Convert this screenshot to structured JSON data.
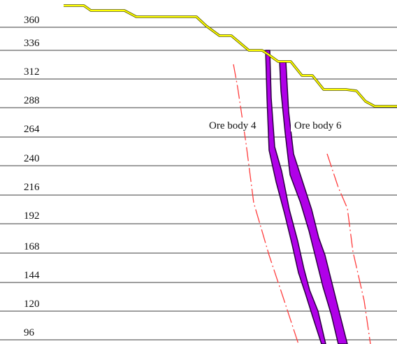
{
  "levels": [
    {
      "label": "360"
    },
    {
      "label": "336"
    },
    {
      "label": "312"
    },
    {
      "label": "288"
    },
    {
      "label": "264"
    },
    {
      "label": "240"
    },
    {
      "label": "216"
    },
    {
      "label": "192"
    },
    {
      "label": "168"
    },
    {
      "label": "144"
    },
    {
      "label": "120"
    },
    {
      "label": "96"
    }
  ],
  "ore_bodies": [
    {
      "label": "Ore body 4"
    },
    {
      "label": "Ore body 6"
    }
  ],
  "colors": {
    "level_line": "#3c3c3c",
    "surface_fill": "#ffff00",
    "surface_outline": "#555500",
    "ore_body_fill": "#b000e8",
    "ore_body_outline": "#2a0040",
    "boundary_dashed": "#ff3c3c"
  }
}
